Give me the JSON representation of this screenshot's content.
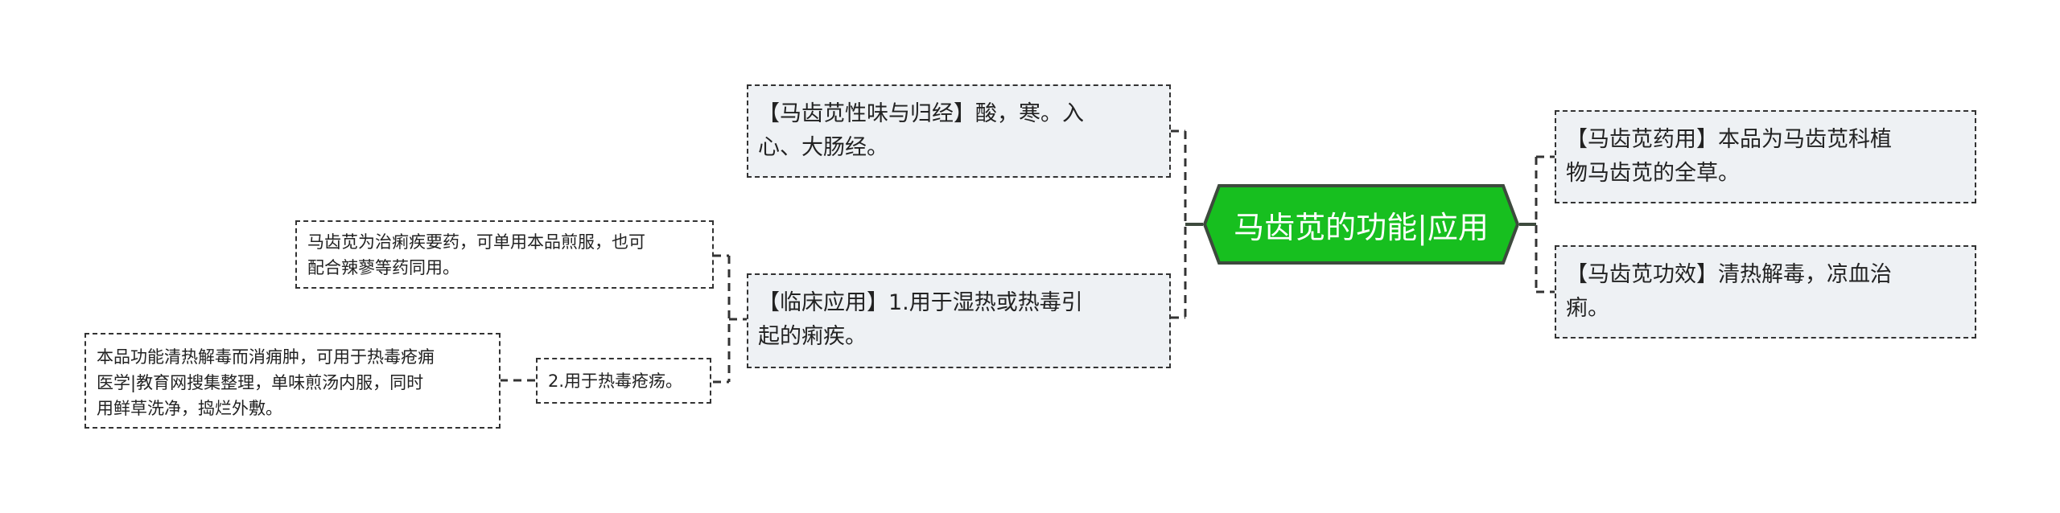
{
  "colors": {
    "root_fill": "#17bf1f",
    "root_border": "#3d4a3d",
    "node_fill": "#eef1f4",
    "dash": "#333333"
  },
  "root": {
    "label": "马齿苋的功能|应用"
  },
  "left_branches": [
    {
      "id": "taste",
      "label_lines": [
        "【马齿苋性味与归经】酸，寒。入",
        "心、大肠经。"
      ]
    },
    {
      "id": "clinical",
      "label_lines": [
        "【临床应用】1.用于湿热或热毒引",
        "起的痢疾。"
      ],
      "children": [
        {
          "id": "dysentery-note",
          "label_lines": [
            "马齿苋为治痢疾要药，可单用本品煎服，也可",
            "配合辣蓼等药同用。"
          ]
        },
        {
          "id": "sores",
          "label_lines": [
            "2.用于热毒疮疡。"
          ],
          "children": [
            {
              "id": "sores-note",
              "label_lines": [
                "本品功能清热解毒而消痈肿，可用于热毒疮痈",
                "医学|教育网搜集整理，单味煎汤内服，同时",
                "用鲜草洗净，捣烂外敷。"
              ]
            }
          ]
        }
      ]
    }
  ],
  "right_branches": [
    {
      "id": "medicinal",
      "label_lines": [
        "【马齿苋药用】本品为马齿苋科植",
        "物马齿苋的全草。"
      ]
    },
    {
      "id": "efficacy",
      "label_lines": [
        "【马齿苋功效】清热解毒，凉血治",
        "痢。"
      ]
    }
  ]
}
